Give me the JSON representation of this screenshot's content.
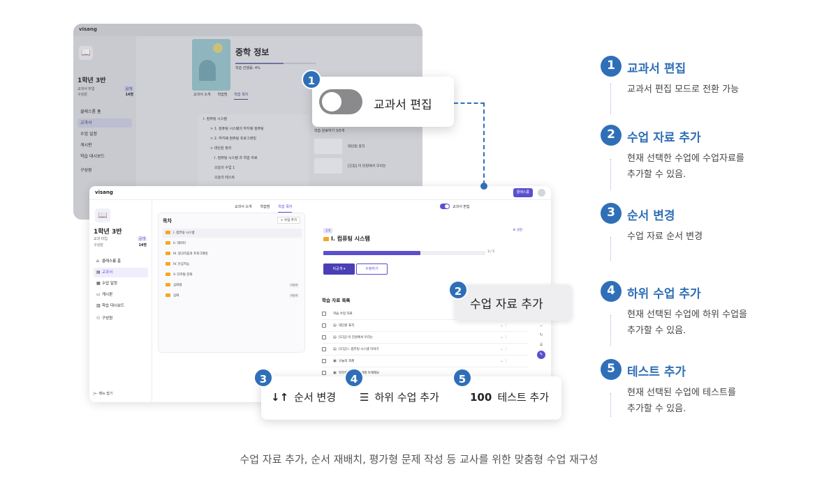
{
  "bg_window": {
    "logo": "visang",
    "class_name": "1학년 3반",
    "meta_1_label": "교과서 타입",
    "meta_1_value": "공개",
    "meta_2_label": "구성원",
    "meta_2_value": "14명",
    "menu": [
      "클래스룸 홈",
      "교과서",
      "수업 일정",
      "게시판",
      "학습 대시보드",
      "구성원"
    ],
    "book_title": "중학 정보",
    "progress_text": "학습 진행률: 4%",
    "tabs": [
      "교과서 소개",
      "학습범",
      "학습 목차"
    ],
    "toc": [
      "I. 컴퓨팅 시스템",
      "> 1. 컴퓨팅 시스템의 하지웨 컴퓨팅",
      "> 2. 하지웨 컴퓨팅 프로그래밍",
      "> 대단원 정리",
      "I. 컴퓨팅 시스템 과 학습 자료",
      "오늘의 수업 1",
      "오늘의 테스트"
    ],
    "right_head": "학습 완료하기 3/5개",
    "right_items": [
      "대단원 표지",
      "[도입] 이 단원에서 우리는"
    ]
  },
  "window": {
    "logo": "visang",
    "classroom_button": "클래스룸",
    "class_name": "1학년 3반",
    "meta_1_label": "교과 타입",
    "meta_1_value": "공개",
    "meta_2_label": "구성원",
    "meta_2_value": "14명",
    "menu": [
      {
        "icon": "⌂",
        "label": "클래스룸 홈"
      },
      {
        "icon": "▤",
        "label": "교과서"
      },
      {
        "icon": "▦",
        "label": "수업 일정"
      },
      {
        "icon": "▭",
        "label": "게시판"
      },
      {
        "icon": "▥",
        "label": "학습 대시보드"
      },
      {
        "icon": "⚇",
        "label": "구성원"
      }
    ],
    "collapse_label": "메뉴 접기",
    "tabs": [
      "교과서 소개",
      "학습범",
      "학습 목차"
    ],
    "toggle_label": "교과서 편집",
    "toc_title": "목차",
    "toc_add": "+ 수업 추가",
    "toc": [
      {
        "label": "I. 컴퓨팅 시스템",
        "badge": ""
      },
      {
        "label": "II. 데이터",
        "badge": ""
      },
      {
        "label": "III. 알고리즘과 프로그래밍",
        "badge": ""
      },
      {
        "label": "IV. 인공지능",
        "badge": ""
      },
      {
        "label": "V. 디지털 문화",
        "badge": ""
      },
      {
        "label": "심화형",
        "badge": "비공개"
      },
      {
        "label": "심화",
        "badge": "비공개"
      }
    ],
    "detail_tag": "공개",
    "detail_settings": "⚙ 설정",
    "detail_title": "I. 컴퓨팅 시스템",
    "detail_progress": 0.6,
    "detail_progress_text": "3 / 5",
    "btn_public": "비공개 ▾",
    "btn_edit": "수정하기",
    "materials_title": "학습 자료 목록",
    "materials": [
      {
        "icon": "",
        "label": "학습 수업 자료"
      },
      {
        "icon": "▤",
        "label": "대단원 표지"
      },
      {
        "icon": "▤",
        "label": "[도입] 이 단원에서 우리는"
      },
      {
        "icon": "▤",
        "label": "[도입] I. 컴퓨팅 시스템 이야기"
      },
      {
        "icon": "▣",
        "label": "오늘의 과제"
      },
      {
        "icon": "▣",
        "label": "피지컬 컴퓨팅에 대해 이해해요"
      }
    ],
    "material_actions": "⌄ ⋮",
    "side_tools": [
      "⌄",
      "↻",
      "⇊",
      "✎"
    ]
  },
  "callout_toggle": "교과서 편집",
  "callout_add": "수업 자료 추가",
  "toolbar": [
    {
      "num": "3",
      "icon": "↓↑",
      "label": "순서 변경"
    },
    {
      "num": "4",
      "icon": "☰",
      "label": "하위 수업 추가"
    },
    {
      "num": "5",
      "icon": "100",
      "label": "테스트 추가"
    }
  ],
  "legend": [
    {
      "num": "1",
      "title": "교과서 편집",
      "desc": [
        "교과서 편집 모드로 전환 가능"
      ]
    },
    {
      "num": "2",
      "title": "수업 자료 추가",
      "desc": [
        "현재 선택한 수업에 수업자료를",
        "추가할 수 있음."
      ]
    },
    {
      "num": "3",
      "title": "순서 변경",
      "desc": [
        "수업 자료 순서 변경"
      ]
    },
    {
      "num": "4",
      "title": "하위 수업 추가",
      "desc": [
        "현재 선택된 수업에 하위 수업을",
        "추가할 수 있음."
      ]
    },
    {
      "num": "5",
      "title": "테스트 추가",
      "desc": [
        "현재 선택된 수업에 테스트를",
        "추가할 수 있음."
      ]
    }
  ],
  "callout_nums": [
    "1",
    "2"
  ],
  "caption": "수업 자료 추가, 순서 재배치, 평가형 문제 작성 등 교사를 위한 맞춤형 수업 재구성",
  "colors": {
    "accent": "#2f6fb8",
    "brand": "#5a4fcf"
  }
}
